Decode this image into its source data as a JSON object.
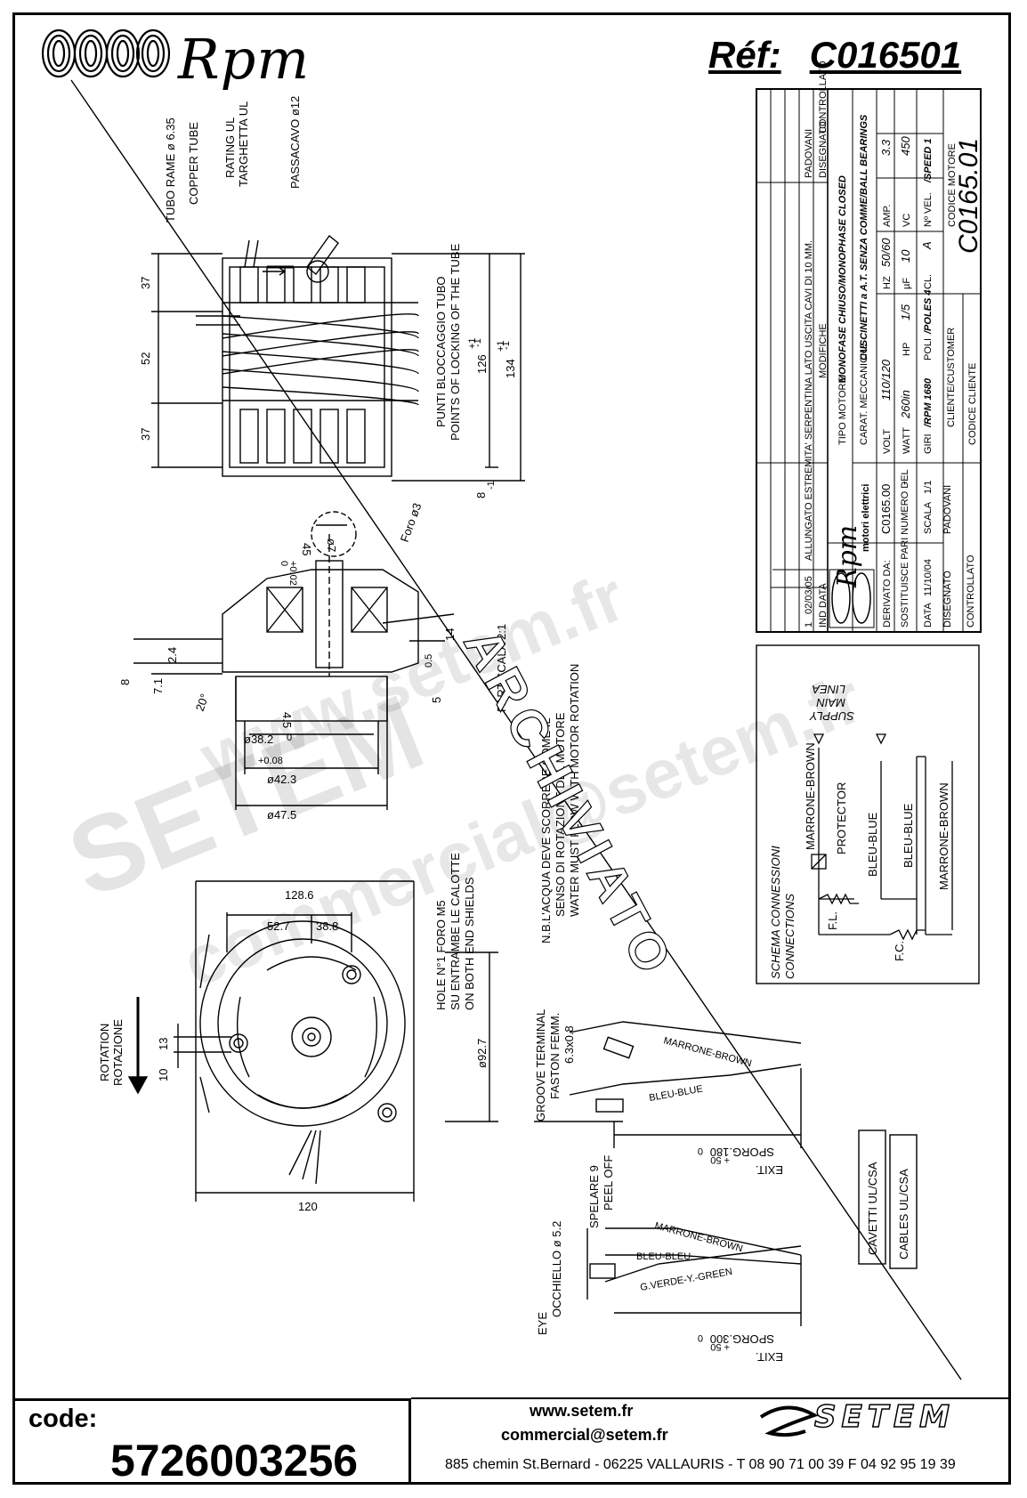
{
  "brand": {
    "name": "Rpm"
  },
  "reference": {
    "label": "Réf:",
    "value": "C016501"
  },
  "title_block": {
    "revisions": [
      {
        "ind": "1",
        "date": "02/03/05",
        "text": "ALLUNGATO ESTREMITA' SERPENTINA LATO USCITA CAVI DI 10 MM."
      }
    ],
    "rev_headers": {
      "ind": "IND",
      "date": "DATA",
      "modifiche": "MODIFICHE",
      "padovani": "PADOVANI",
      "disegnato": "DISEGNATO",
      "controllato": "CONTROLLATO"
    },
    "company": "Rpm",
    "company_sub": "motori elettrici",
    "tipo_motore_label": "TIPO MOTORE",
    "tipo_motore": "MONOFASE CHIUSO/MONOPHASE CLOSED",
    "carat_label": "CARAT. MECCANICHE",
    "carat": "CUSCINETTI a A.T. SENZA COMME/BALL BEARINGS",
    "derivato_label": "DERIVATO DA:",
    "derivato": "C0165.00",
    "sostituisce_label": "SOSTITUISCE PARI NUMERO DEL",
    "sostituisce": "-",
    "volt_label": "VOLT",
    "volt": "110/120",
    "hz_label": "HZ",
    "hz": "50/60",
    "amp_label": "AMP.",
    "amp": "3.3",
    "watt_label": "WATT",
    "watt": "260in",
    "hp_label": "HP",
    "hp": "1/5",
    "uf_label": "µF",
    "uf": "10",
    "vc_label": "VC",
    "vc": "450",
    "giri_label": "GIRI",
    "giri": "/RPM 1680",
    "poli_label": "POLI",
    "poli": "/POLES 4",
    "cl_label": "CL.",
    "cl": "A",
    "vel_label": "Nº VEL.",
    "vel": "/SPEED 1",
    "data_label": "DATA",
    "data": "11/10/04",
    "scala_label": "SCALA",
    "scala": "1/1",
    "disegnato_label": "DISEGNATO",
    "disegnato": "PADOVANI",
    "controllato_label": "CONTROLLATO",
    "cliente_label": "CLIENTE/CUSTOMER",
    "codice_cliente_label": "CODICE CLIENTE",
    "codice_motore_label": "CODICE MOTORE",
    "codice_motore": "C0165.01"
  },
  "drawing": {
    "copper_tube": "TUBO RAME ø 6.35",
    "copper_tube_en": "COPPER TUBE",
    "rating_ul": "RATING UL",
    "targhetta_ul": "TARGHETTA UL",
    "passacavo": "PASSACAVO ø12",
    "punti": "PUNTI BLOCCAGGIO TUBO",
    "points": "POINTS OF LOCKING OF THE TUBE",
    "dim_37a": "37",
    "dim_52": "52",
    "dim_37b": "37",
    "dim_126": "126",
    "dim_134": "134",
    "dim_8": "8",
    "tol_m1": "-1",
    "tol_p1": "+1",
    "foro": "Foro ø3",
    "dim_45": "45",
    "dim_r7": "ø7",
    "tol_002": "+0.02",
    "tol_000": "0",
    "dim_24": "2.4",
    "dim_8b": "8",
    "dim_71": "7.1",
    "dim_20": "20°",
    "dim_45b": "4.5",
    "dim_382": "ø38.2",
    "tol_382a": "0",
    "tol_382b": "+0.08",
    "dim_423": "ø42.3",
    "dim_475": "ø47.5",
    "dim_14": "14",
    "dim_5": "5",
    "dim_05": "0.5",
    "part_scala": "PART.SCALA 2:1",
    "dim_1286": "128.6",
    "dim_527": "52.7",
    "dim_388": "38.8",
    "dim_13": "13",
    "dim_10": "10",
    "rotation": "ROTATION",
    "rotazione": "ROTAZIONE",
    "hole1": "HOLE N°1 FORO M5",
    "hole2": "SU ENTRAMBE LE CALOTTE",
    "hole3": "ON BOTH END SHIELDS",
    "dim_927": "ø92.7",
    "dim_120": "120",
    "nb_label": "N.B.:",
    "nb1": "L'ACQUA DEVE SCORRERE COME IL",
    "nb2": "SENSO DI ROTAZIONE DEL MOTORE",
    "nb3": "WATER MUST FLOW WITH MOTOR ROTATION",
    "archivio": "ARCHIVIATO",
    "groove1": "GROOVE TERMINAL",
    "groove2": "FASTON FEMM.",
    "groove3": "6.3x0.8",
    "marrone_brown": "MARRONE-BROWN",
    "bleu_blue": "BLEU-BLUE",
    "exit1": "EXIT.",
    "sporg180": "SPORG.180",
    "tol_50": "+ 50",
    "tol_0": "0",
    "eye1": "EYE",
    "eye2": "OCCHIELLO ø 5.2",
    "spelare": "SPELARE 9",
    "peel": "PEEL OFF",
    "marrone_brown2": "MARRONE-BROWN",
    "bleu_bleu": "BLEU-BLEU",
    "verde": "G.VERDE-Y.-GREEN",
    "exit2": "EXIT.",
    "sporg300": "SPORG.300",
    "cavetti": "CAVETTI UL/CSA",
    "cables": "CABLES UL/CSA"
  },
  "schema": {
    "title1": "SCHEMA CONNESSIONI",
    "title2": "CONNECTIONS",
    "linea": "LINEA",
    "main": "MAIN",
    "supply": "SUPPLY",
    "marrone_brown": "MARRONE-BROWN",
    "protector": "PROTECTOR",
    "bleu_blue1": "BLEU-BLUE",
    "bleu_blue2": "BLEU-BLUE",
    "marrone_brown2": "MARRONE-BROWN",
    "fl": "F.L.",
    "fc": "F.C."
  },
  "watermark": {
    "line1": "www.setem.fr",
    "line2": "SETEM",
    "line3": "commercial@setem.fr"
  },
  "footer": {
    "code_label": "code:",
    "code_value": "5726003256",
    "url": "www.setem.fr",
    "email": "commercial@setem.fr",
    "address": "885 chemin St.Bernard  -  06225 VALLAURIS  -  T 08 90 71 00 39  F 04 92 95 19 39",
    "setem_logo": "SETEM"
  }
}
